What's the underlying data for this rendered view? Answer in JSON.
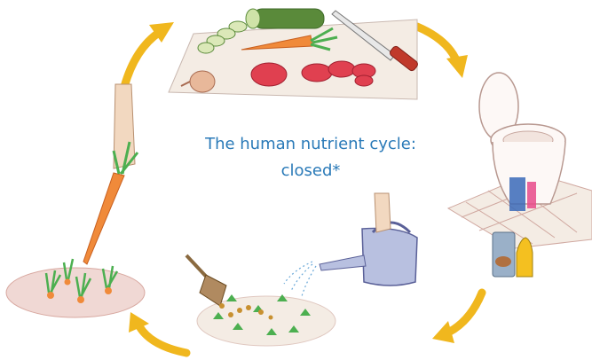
{
  "title": {
    "line1": "The human nutrient cycle:",
    "line2": "closed*"
  },
  "colors": {
    "arrow": "#f0b71e",
    "title": "#2a7ab8",
    "carrot": "#f08a3a",
    "leaf": "#4caf50",
    "soil": "#d8a8a0",
    "tomato": "#e04050",
    "cucumber": "#5a8a3a",
    "board": "#f4ece4"
  },
  "stages": [
    {
      "name": "food",
      "icon": "cutting-board-vegetables"
    },
    {
      "name": "toilet",
      "icon": "urine-diverting-toilet"
    },
    {
      "name": "fertilizing",
      "icon": "watering-can-and-shovel"
    },
    {
      "name": "growing",
      "icon": "hand-pulling-carrot"
    }
  ],
  "arrows": [
    "arrow-top-right",
    "arrow-bottom-right",
    "arrow-bottom-left",
    "arrow-top-left"
  ]
}
